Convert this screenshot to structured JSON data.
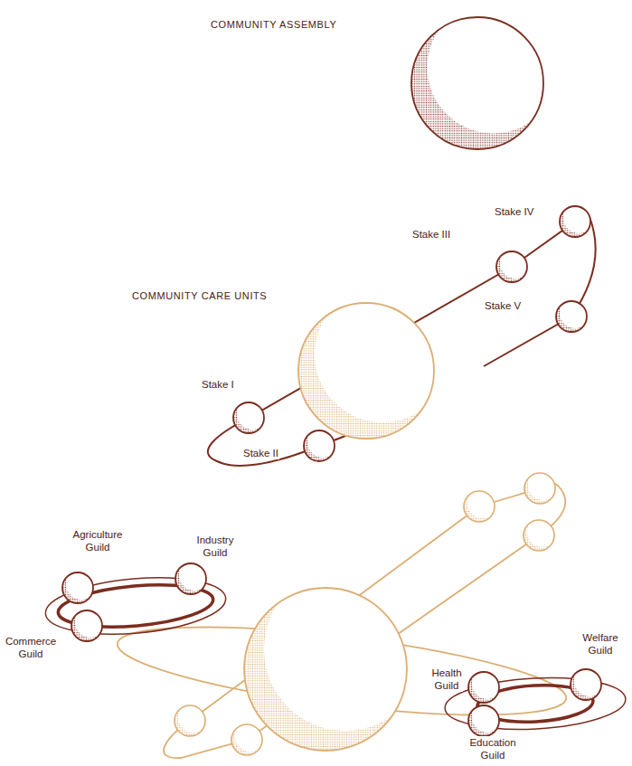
{
  "diagram": {
    "nodes": [
      {
        "text": [
          "COMMUNITY ASSEMBLY"
        ]
      },
      {
        "text": [
          "COMMUNITY CARE UNITS"
        ]
      },
      {
        "text": [
          "Stake I"
        ]
      },
      {
        "text": [
          "Stake II"
        ]
      },
      {
        "text": [
          "Stake III"
        ]
      },
      {
        "text": [
          "Stake IV"
        ]
      },
      {
        "text": [
          "Stake V"
        ]
      },
      {
        "text": [
          "Agriculture Guild"
        ]
      },
      {
        "text": [
          "Industry Guild"
        ]
      },
      {
        "text": [
          "Commerce Guild"
        ]
      },
      {
        "text": [
          "Welfare Guild"
        ]
      },
      {
        "text": [
          "Health Guild"
        ]
      },
      {
        "text": [
          "Education Guild"
        ]
      }
    ]
  }
}
